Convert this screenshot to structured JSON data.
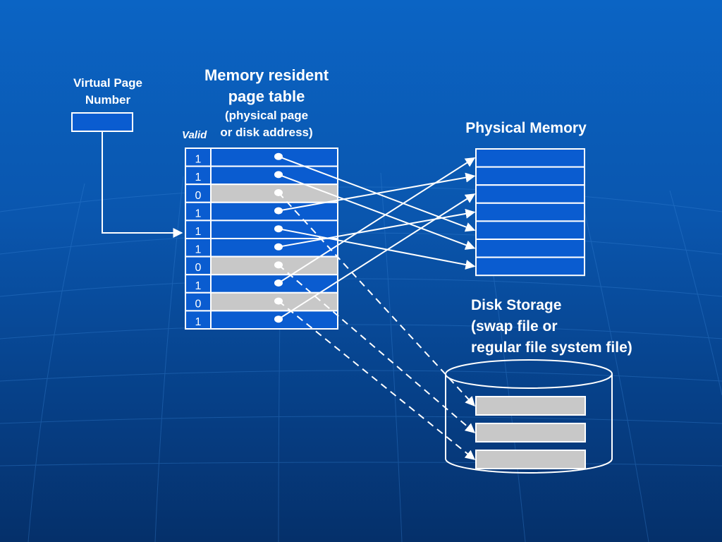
{
  "vpn": {
    "label_line1": "Virtual Page",
    "label_line2": "Number"
  },
  "page_table": {
    "title_line1": "Memory resident",
    "title_line2": "page table",
    "subtitle_line1": "(physical page",
    "subtitle_line2": "or disk address)",
    "valid_label": "Valid",
    "valid_bits": [
      "1",
      "1",
      "0",
      "1",
      "1",
      "1",
      "0",
      "1",
      "0",
      "1"
    ],
    "resident_color": "#0a5cd0",
    "nonresident_color": "#c8c8c8",
    "maps_to_physical": [
      4,
      5,
      1,
      6,
      3,
      0,
      2
    ],
    "maps_to_disk": [
      0,
      1,
      2
    ]
  },
  "physical_memory": {
    "title": "Physical Memory",
    "frame_count": 7
  },
  "disk": {
    "title_line1": "Disk Storage",
    "title_line2": "(swap file or",
    "title_line3": "regular file system file)",
    "block_count": 3
  },
  "colors": {
    "background": "#0a56ae",
    "line": "#ffffff",
    "frame_fill": "#0a5cd0",
    "disk_block_fill": "#c8c8c8"
  }
}
